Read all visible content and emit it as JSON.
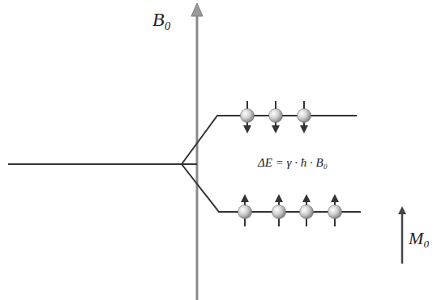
{
  "diagram": {
    "labels": [
      "B₀",
      "ΔE = γ · ħ · B₀",
      "M₀"
    ]
  }
}
